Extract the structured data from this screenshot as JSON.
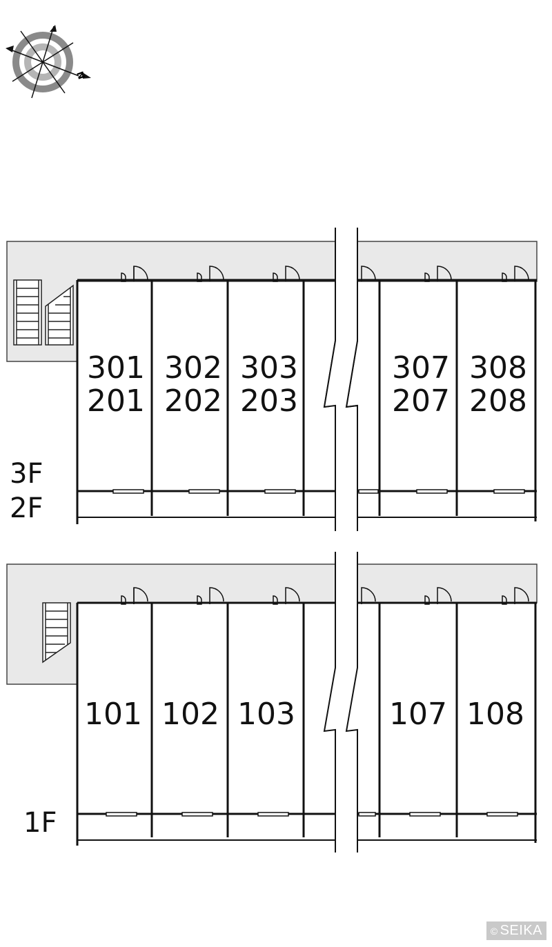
{
  "compass": {
    "north_letter": "N",
    "icon": "compass-rose-icon"
  },
  "upper_block": {
    "floor_labels": [
      "3F",
      "2F"
    ],
    "rooms": [
      {
        "top": "301",
        "bottom": "201"
      },
      {
        "top": "302",
        "bottom": "202"
      },
      {
        "top": "303",
        "bottom": "203"
      },
      {
        "top": "307",
        "bottom": "207"
      },
      {
        "top": "308",
        "bottom": "208"
      }
    ]
  },
  "lower_block": {
    "floor_labels": [
      "1F"
    ],
    "rooms": [
      "101",
      "102",
      "103",
      "107",
      "108"
    ]
  },
  "copyright": {
    "symbol": "©",
    "text": "SEIKA"
  },
  "colors": {
    "corridor": "#e9e9e9",
    "line": "#111111",
    "badge": "#c9c9c9"
  }
}
